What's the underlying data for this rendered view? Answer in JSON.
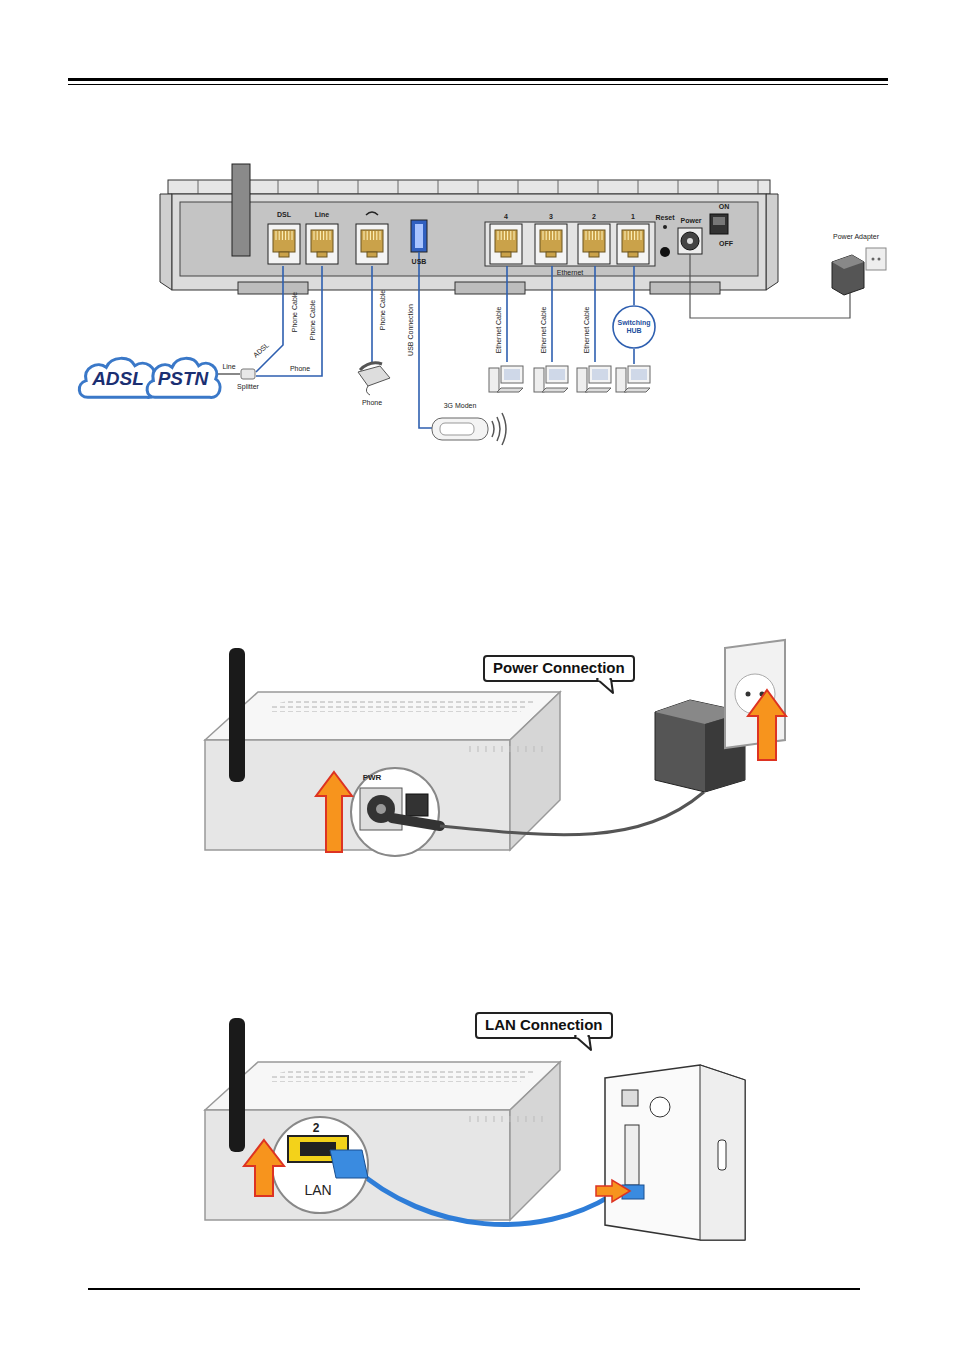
{
  "diagram": {
    "nodes": [
      {
        "text": [
          "ADSL"
        ]
      },
      {
        "text": [
          "PSTN"
        ]
      },
      {
        "text": [
          "Splitter"
        ]
      },
      {
        "text": [
          "Switching HUB"
        ]
      },
      {
        "text": [
          "Power Connection"
        ]
      },
      {
        "text": [
          "LAN Connection"
        ]
      }
    ],
    "edges": [
      {
        "from": 1,
        "to": 2,
        "label": "Line",
        "arrow": "none"
      }
    ],
    "labels": [
      "DSL",
      "Line",
      "USB",
      "4",
      "3",
      "2",
      "1",
      "Ethernet",
      "Reset",
      "Power",
      "ON",
      "OFF",
      "Power Adapter",
      "Phone Cable",
      "Phone Cable",
      "Phone Cable",
      "USB Connection",
      "Ethernet Cable",
      "Ethernet Cable",
      "Ethernet Cable",
      "ADSL",
      "Phone",
      "Phone",
      "3G Moden",
      "PWR",
      "2",
      "LAN"
    ]
  }
}
